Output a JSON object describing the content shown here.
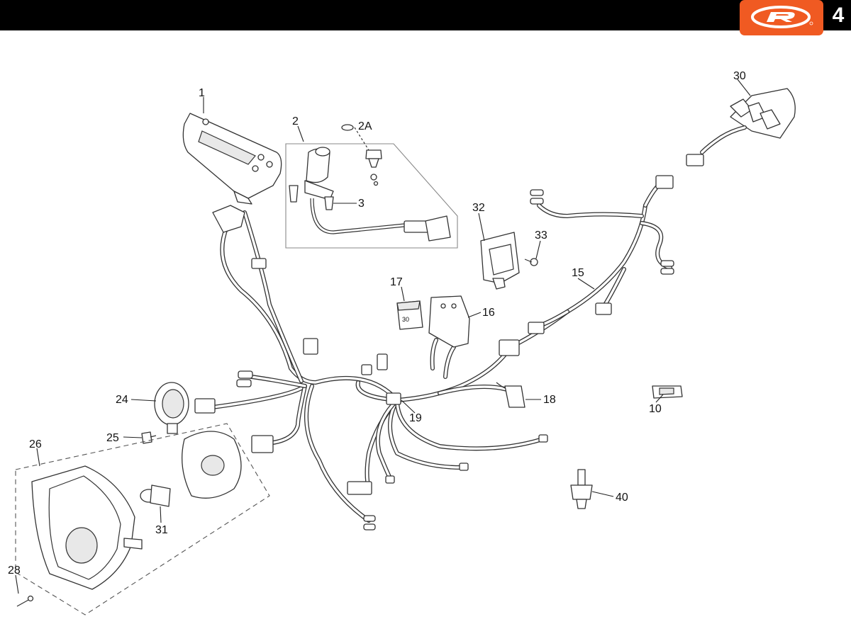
{
  "header": {
    "page_number": "4",
    "brand_color": "#f05a22",
    "bar_color": "#000000"
  },
  "callouts": {
    "c1": "1",
    "c2": "2",
    "c2a": "2A",
    "c3": "3",
    "c10": "10",
    "c15": "15",
    "c16": "16",
    "c17": "17",
    "c18": "18",
    "c19": "19",
    "c24": "24",
    "c25": "25",
    "c26": "26",
    "c28": "28",
    "c30": "30",
    "c31": "31",
    "c32": "32",
    "c33": "33",
    "c40": "40"
  },
  "part_text": {
    "relay_marking": "30"
  }
}
